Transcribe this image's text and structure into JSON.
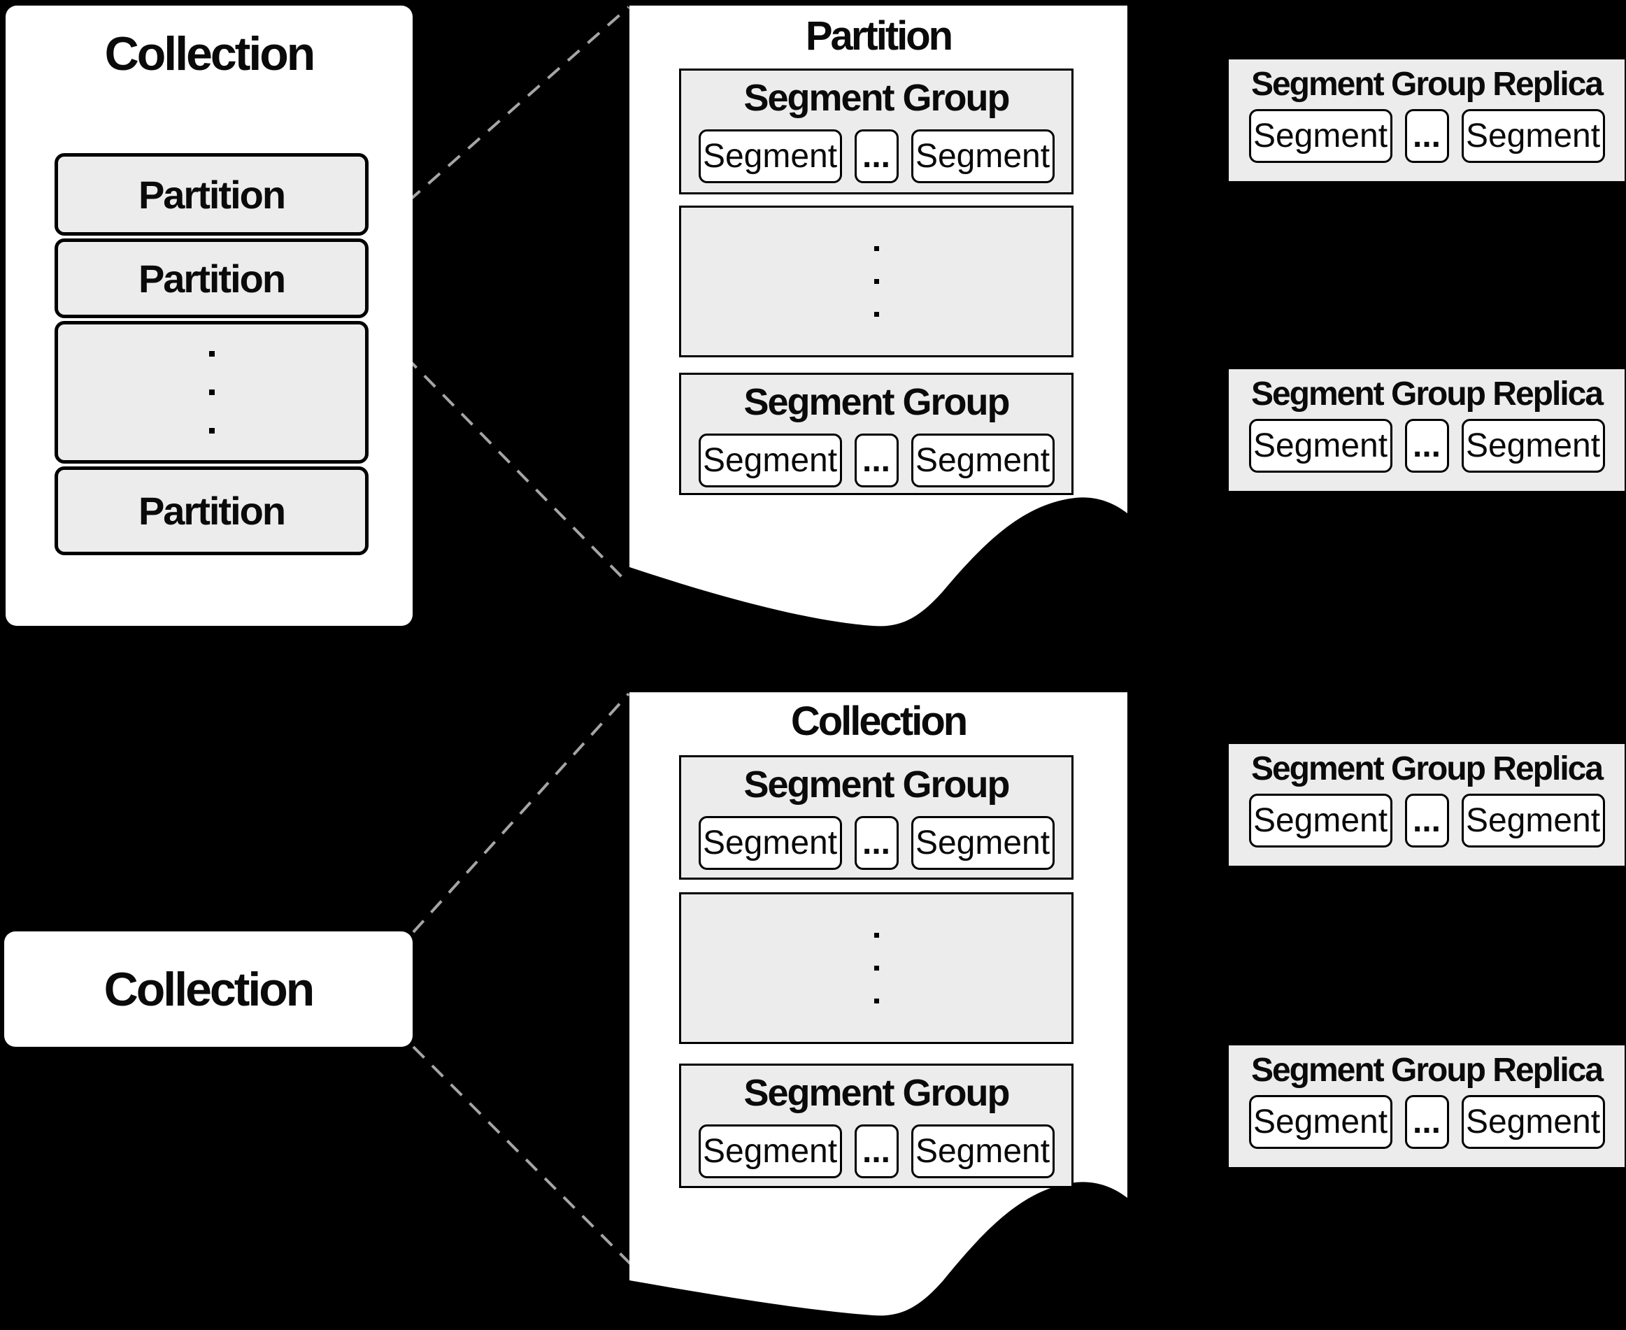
{
  "colors": {
    "background": "#000000",
    "paper": "#ffffff",
    "box_fill": "#ececec",
    "border": "#000000",
    "text": "#0a0a0a",
    "dashed_line": "#a5a5a5"
  },
  "left_collection": {
    "title": "Collection",
    "partition_top": "Partition",
    "partition_middle": "Partition",
    "vertical_ellipsis": "⋮",
    "partition_bottom": "Partition"
  },
  "partition_panel": {
    "title": "Partition",
    "group_top": {
      "title": "Segment Group",
      "segment_left": "Segment",
      "ellipsis": "...",
      "segment_right": "Segment"
    },
    "vertical_ellipsis": "⋮",
    "group_bottom": {
      "title": "Segment Group",
      "segment_left": "Segment",
      "ellipsis": "...",
      "segment_right": "Segment"
    }
  },
  "collection_panel": {
    "title": "Collection",
    "group_top": {
      "title": "Segment Group",
      "segment_left": "Segment",
      "ellipsis": "...",
      "segment_right": "Segment"
    },
    "vertical_ellipsis": "⋮",
    "group_bottom": {
      "title": "Segment Group",
      "segment_left": "Segment",
      "ellipsis": "...",
      "segment_right": "Segment"
    }
  },
  "replicas": [
    {
      "title": "Segment Group Replica",
      "segment_left": "Segment",
      "ellipsis": "...",
      "segment_right": "Segment"
    },
    {
      "title": "Segment Group Replica",
      "segment_left": "Segment",
      "ellipsis": "...",
      "segment_right": "Segment"
    },
    {
      "title": "Segment Group Replica",
      "segment_left": "Segment",
      "ellipsis": "...",
      "segment_right": "Segment"
    },
    {
      "title": "Segment Group Replica",
      "segment_left": "Segment",
      "ellipsis": "...",
      "segment_right": "Segment"
    }
  ],
  "bottom_collection": {
    "title": "Collection"
  }
}
